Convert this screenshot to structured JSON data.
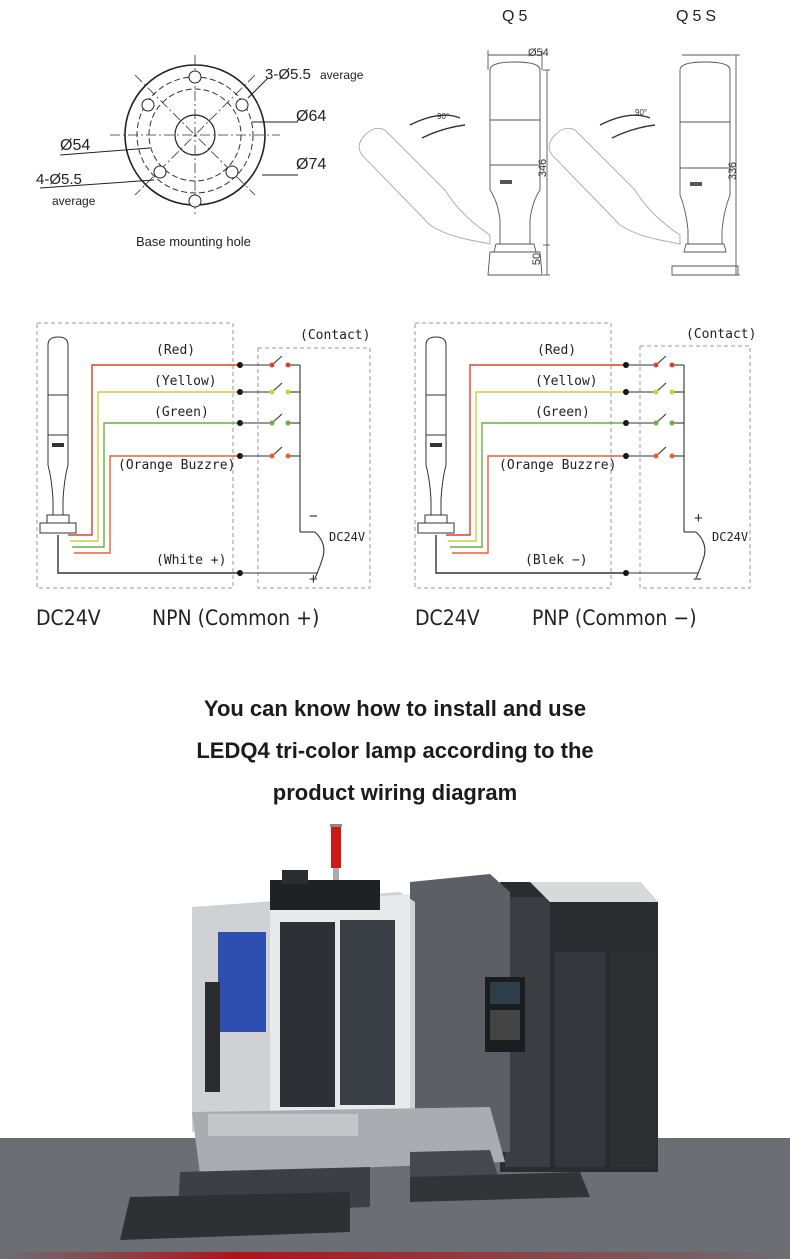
{
  "mount": {
    "hole_big": "3-Ø5.5",
    "hole_big_note": "average",
    "d64": "Ø64",
    "d54": "Ø54",
    "d74": "Ø74",
    "hole_small": "4-Ø5.5",
    "hole_small_note": "average",
    "caption": "Base mounting hole"
  },
  "models": {
    "q5": {
      "name": "Q5",
      "dia": "Ø54",
      "angle": "90°",
      "height": "346",
      "base": "50"
    },
    "q5s": {
      "name": "Q5S",
      "angle": "90°",
      "height": "336"
    }
  },
  "npn": {
    "contact": "(Contact)",
    "wires": [
      "(Red)",
      "(Yellow)",
      "(Green)",
      "(Orange Buzzre)"
    ],
    "common_wire": "(White +)",
    "supply": "DC24V",
    "minus": "−",
    "plus": "+",
    "voltage": "DC24V",
    "type": "NPN (Common +)"
  },
  "pnp": {
    "contact": "(Contact)",
    "wires": [
      "(Red)",
      "(Yellow)",
      "(Green)",
      "(Orange Buzzre)"
    ],
    "common_wire": "(Blek −)",
    "supply": "DC24V",
    "plus": "+",
    "minus": "−",
    "voltage": "DC24V",
    "type": "PNP (Common −)"
  },
  "caption": {
    "line1": "You can know how to install and use",
    "line2": "LEDQ4 tri-color lamp according to the",
    "line3": "product wiring diagram"
  },
  "colors": {
    "red": "#e0402f",
    "yellow": "#c9d23a",
    "green": "#67b33a",
    "orange": "#e8603a",
    "floor": "#6b6f74",
    "accent": "#b0121b"
  }
}
